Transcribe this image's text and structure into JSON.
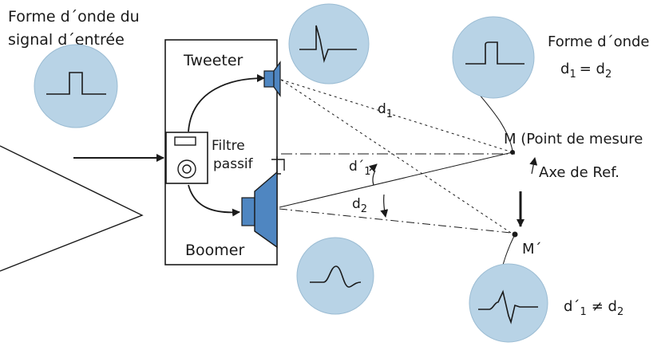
{
  "input_label": {
    "line1": "Forme d´onde du",
    "line2": "signal d´entrée"
  },
  "speaker_box": {
    "tweeter": "Tweeter",
    "boomer": "Boomer",
    "filter_line1": "Filtre",
    "filter_line2": "passif"
  },
  "distances": {
    "d1": "d",
    "d1_sub": "1",
    "d1_prime": "d´",
    "d1_prime_sub": "1",
    "d2": "d",
    "d2_sub": "2"
  },
  "measure_point": {
    "label": "M (Point de mesure",
    "axis_ref": "Axe de Ref.",
    "m_prime": "M´"
  },
  "waveform_equal": {
    "title": "Forme d´onde",
    "eq_d1": "d",
    "eq_d1_sub": "1",
    "eq_sign": "= d",
    "eq_d2_sub": "2"
  },
  "waveform_unequal": {
    "lhs": "d´",
    "lhs_sub": "1",
    "neq": "≠ d",
    "rhs_sub": "2"
  },
  "colors": {
    "bubble_fill": "#b8d3e6",
    "speaker_fill": "#4f86c1",
    "line": "#1a1a1a"
  }
}
